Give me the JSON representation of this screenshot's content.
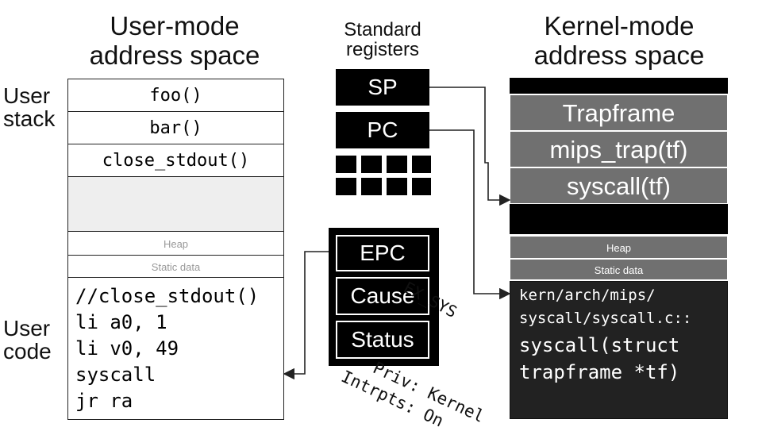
{
  "user": {
    "heading": "User-mode address space",
    "stack_label": "User stack",
    "code_label": "User code",
    "stack_frames": [
      "foo()",
      "bar()",
      "close_stdout()"
    ],
    "heap": "Heap",
    "static_data": "Static data",
    "code_lines": [
      "//close_stdout()",
      "li a0, 1",
      "li v0, 49",
      "syscall",
      "jr ra"
    ]
  },
  "registers": {
    "heading": "Standard registers",
    "sp": "SP",
    "pc": "PC",
    "special": [
      "EPC",
      "Cause",
      "Status"
    ],
    "cause_value": "EX_SYS",
    "status_notes": [
      "Priv: Kernel",
      "Intrpts: On"
    ]
  },
  "kernel": {
    "heading": "Kernel-mode address space",
    "frames": [
      "Trapframe",
      "mips_trap(tf)",
      "syscall(tf)"
    ],
    "heap": "Heap",
    "static_data": "Static data",
    "code_path": [
      "kern/arch/mips/",
      "syscall/syscall.c::"
    ],
    "code_func": [
      "syscall(struct",
      "trapframe *tf)"
    ]
  }
}
